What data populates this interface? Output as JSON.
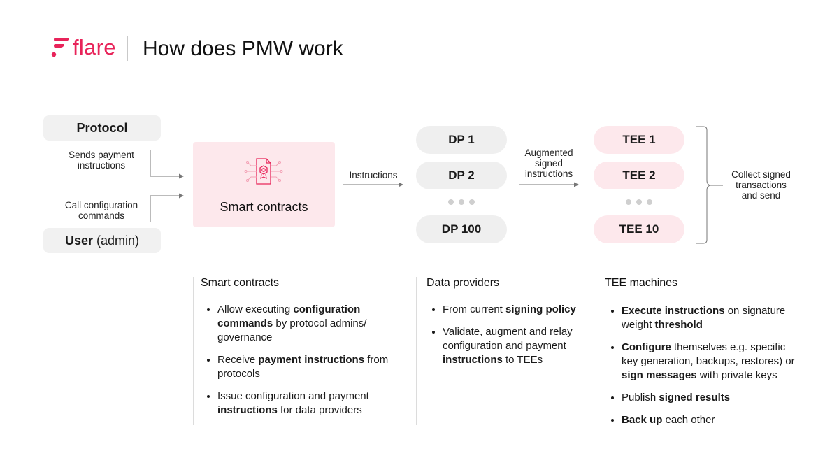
{
  "header": {
    "logo_text": "flare",
    "title": "How does PMW work"
  },
  "colors": {
    "accent": "#e8245a",
    "pink_bg": "#fde8ec",
    "gray_bg": "#efefef"
  },
  "actors": {
    "protocol": "Protocol",
    "user_bold": "User",
    "user_rest": " (admin)",
    "sends_payment": [
      "Sends payment",
      "instructions"
    ],
    "call_config": [
      "Call configuration",
      "commands"
    ]
  },
  "smart_contracts_box": {
    "icon": "contract-icon",
    "label": "Smart contracts"
  },
  "arrows": {
    "instructions": "Instructions",
    "augmented": [
      "Augmented",
      "signed",
      "instructions"
    ],
    "collect": [
      "Collect signed",
      "transactions",
      "and send"
    ]
  },
  "dps": {
    "first": "DP 1",
    "second": "DP 2",
    "last": "DP 100"
  },
  "tees": {
    "first": "TEE 1",
    "second": "TEE 2",
    "last": "TEE 10"
  },
  "columns": {
    "smart_contracts": {
      "title": "Smart contracts",
      "items": [
        [
          {
            "t": "Allow executing ",
            "b": false
          },
          {
            "t": "configuration commands",
            "b": true
          },
          {
            "t": " by protocol admins/ governance",
            "b": false
          }
        ],
        [
          {
            "t": "Receive ",
            "b": false
          },
          {
            "t": "payment instructions",
            "b": true
          },
          {
            "t": " from protocols",
            "b": false
          }
        ],
        [
          {
            "t": "Issue configuration and payment ",
            "b": false
          },
          {
            "t": "instructions",
            "b": true
          },
          {
            "t": " for data providers",
            "b": false
          }
        ]
      ]
    },
    "data_providers": {
      "title": "Data providers",
      "items": [
        [
          {
            "t": "From current ",
            "b": false
          },
          {
            "t": "signing policy",
            "b": true
          }
        ],
        [
          {
            "t": "Validate, augment and relay configuration and payment ",
            "b": false
          },
          {
            "t": "instructions",
            "b": true
          },
          {
            "t": " to TEEs",
            "b": false
          }
        ]
      ]
    },
    "tee_machines": {
      "title": "TEE machines",
      "items": [
        [
          {
            "t": "Execute instructions",
            "b": true
          },
          {
            "t": " on signature weight ",
            "b": false
          },
          {
            "t": "threshold",
            "b": true
          }
        ],
        [
          {
            "t": "Configure",
            "b": true
          },
          {
            "t": " themselves e.g. specific key generation, backups, restores) or ",
            "b": false
          },
          {
            "t": "sign messages",
            "b": true
          },
          {
            "t": " with private keys",
            "b": false
          }
        ],
        [
          {
            "t": "Publish ",
            "b": false
          },
          {
            "t": "signed results",
            "b": true
          }
        ],
        [
          {
            "t": "Back up",
            "b": true
          },
          {
            "t": " each other",
            "b": false
          }
        ]
      ]
    }
  }
}
